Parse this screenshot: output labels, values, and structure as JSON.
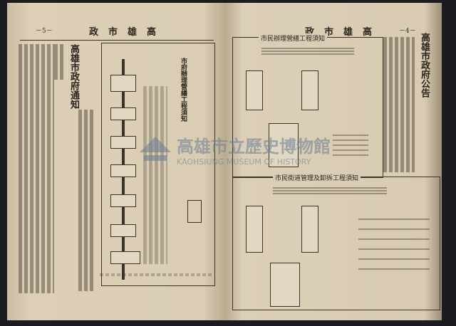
{
  "left_page": {
    "header": "政市雄高",
    "page_number": "－5－",
    "notice_title": "高雄市政府通知",
    "diagram_title": "市府辦理營繕工程須知"
  },
  "right_page": {
    "header": "政市雄高",
    "page_number": "－4－",
    "announcement_title": "高雄市政府公告",
    "diagram_top_title": "市民辦理營繕工程須知",
    "diagram_bottom_title": "市民街道管理及卸拆工程須知"
  },
  "watermark": {
    "name": "高雄市立歷史博物館",
    "name_en": "KAOHSIUNG MUSEUM OF HISTORY"
  }
}
